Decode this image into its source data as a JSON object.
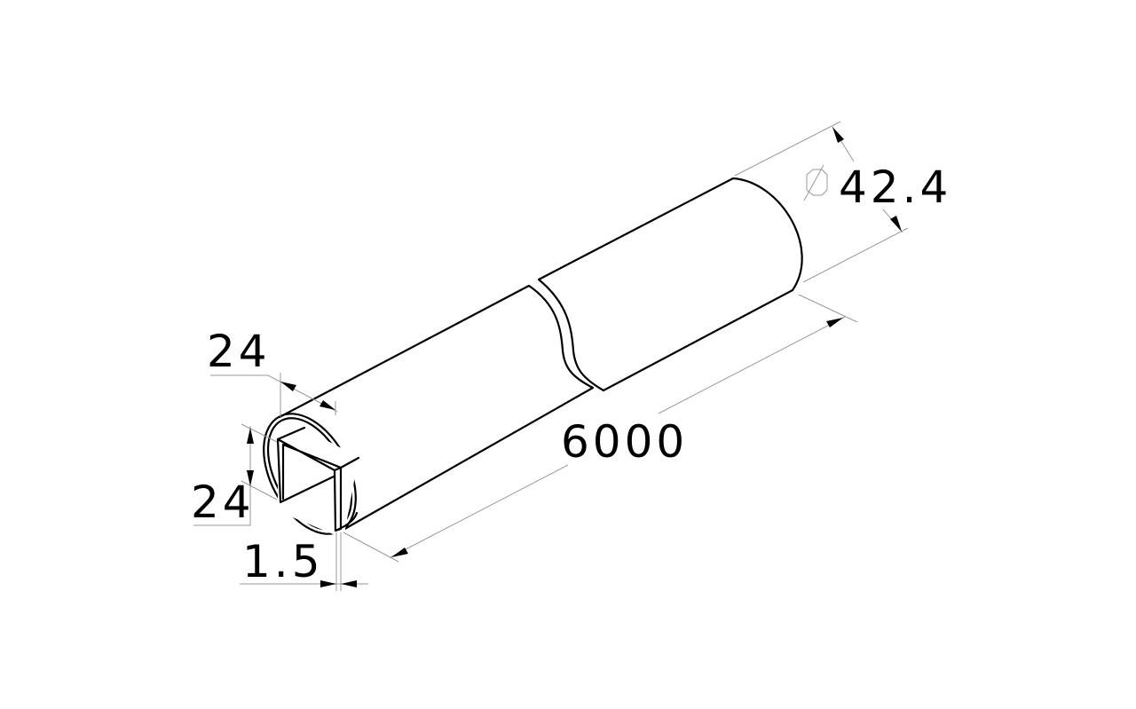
{
  "drawing": {
    "title": "Round slotted handrail tube",
    "dimensions": {
      "diameter_symbol": "⌀",
      "diameter": "42.4",
      "length": "6000",
      "slot_width": "24",
      "slot_depth": "24",
      "wall_thickness": "1.5"
    },
    "colors": {
      "line": "#000000",
      "dimension_line": "#9a9a9a"
    }
  }
}
